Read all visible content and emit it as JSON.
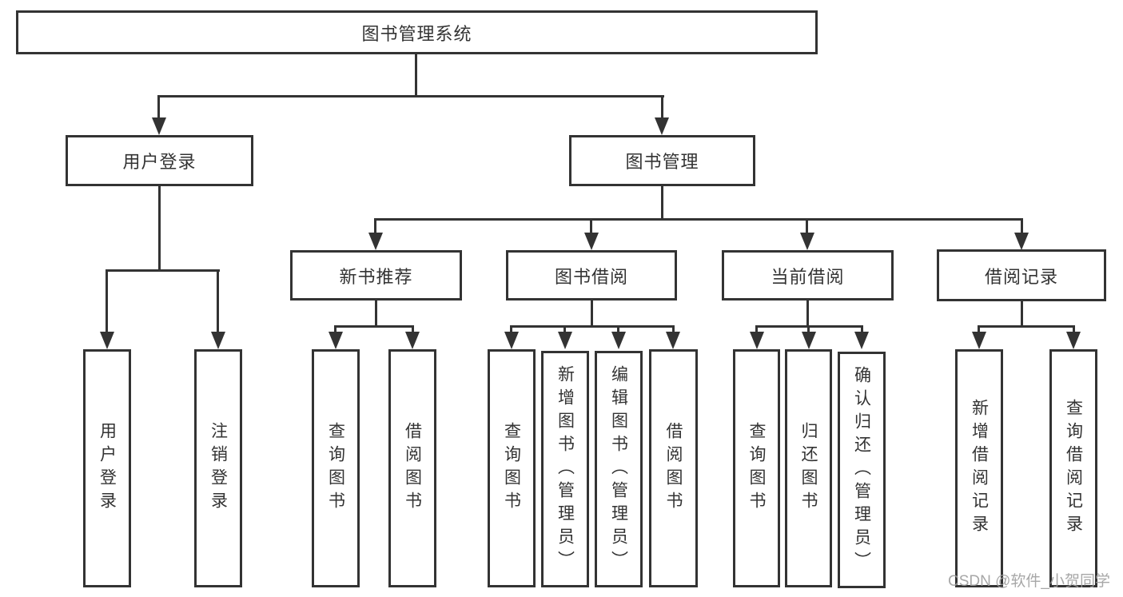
{
  "diagram": {
    "root": {
      "label": "图书管理系统"
    },
    "level2": [
      {
        "label": "用户登录"
      },
      {
        "label": "图书管理"
      }
    ],
    "level3": [
      {
        "label": "新书推荐"
      },
      {
        "label": "图书借阅"
      },
      {
        "label": "当前借阅"
      },
      {
        "label": "借阅记录"
      }
    ],
    "leaves": [
      {
        "label": "用户登录"
      },
      {
        "label": "注销登录"
      },
      {
        "label": "查询图书"
      },
      {
        "label": "借阅图书"
      },
      {
        "label": "查询图书"
      },
      {
        "label": "新增图书（管理员）"
      },
      {
        "label": "编辑图书（管理员）"
      },
      {
        "label": "借阅图书"
      },
      {
        "label": "查询图书"
      },
      {
        "label": "归还图书"
      },
      {
        "label": "确认归还（管理员）"
      },
      {
        "label": "新增借阅记录"
      },
      {
        "label": "查询借阅记录"
      }
    ]
  },
  "watermark": "CSDN @软件_小贺同学",
  "colors": {
    "line": "#333333",
    "text": "#333333",
    "watermark": "#9e9e9e",
    "background": "#ffffff"
  }
}
